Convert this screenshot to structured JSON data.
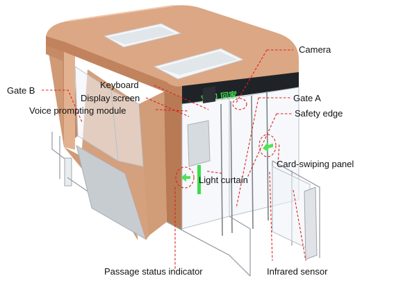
{
  "diagram": {
    "sign_text": "欢迎  回家",
    "labels": {
      "camera": "Camera",
      "keyboard": "Keyboard",
      "gate_b": "Gate B",
      "display_screen": "Display screen",
      "gate_a": "Gate A",
      "voice_module": "Voice prompting module",
      "safety_edge": "Safety edge",
      "card_panel": "Card-swiping panel",
      "light_curtain": "Light curtain",
      "passage_indicator": "Passage status indicator",
      "infrared_sensor": "Infrared sensor"
    },
    "colors": {
      "canopy": "#d9a27e",
      "canopy_dark": "#b97c56",
      "leader_line": "#e0201c",
      "sign_text": "#3ddc4a",
      "indicator": "#55e05a"
    }
  }
}
